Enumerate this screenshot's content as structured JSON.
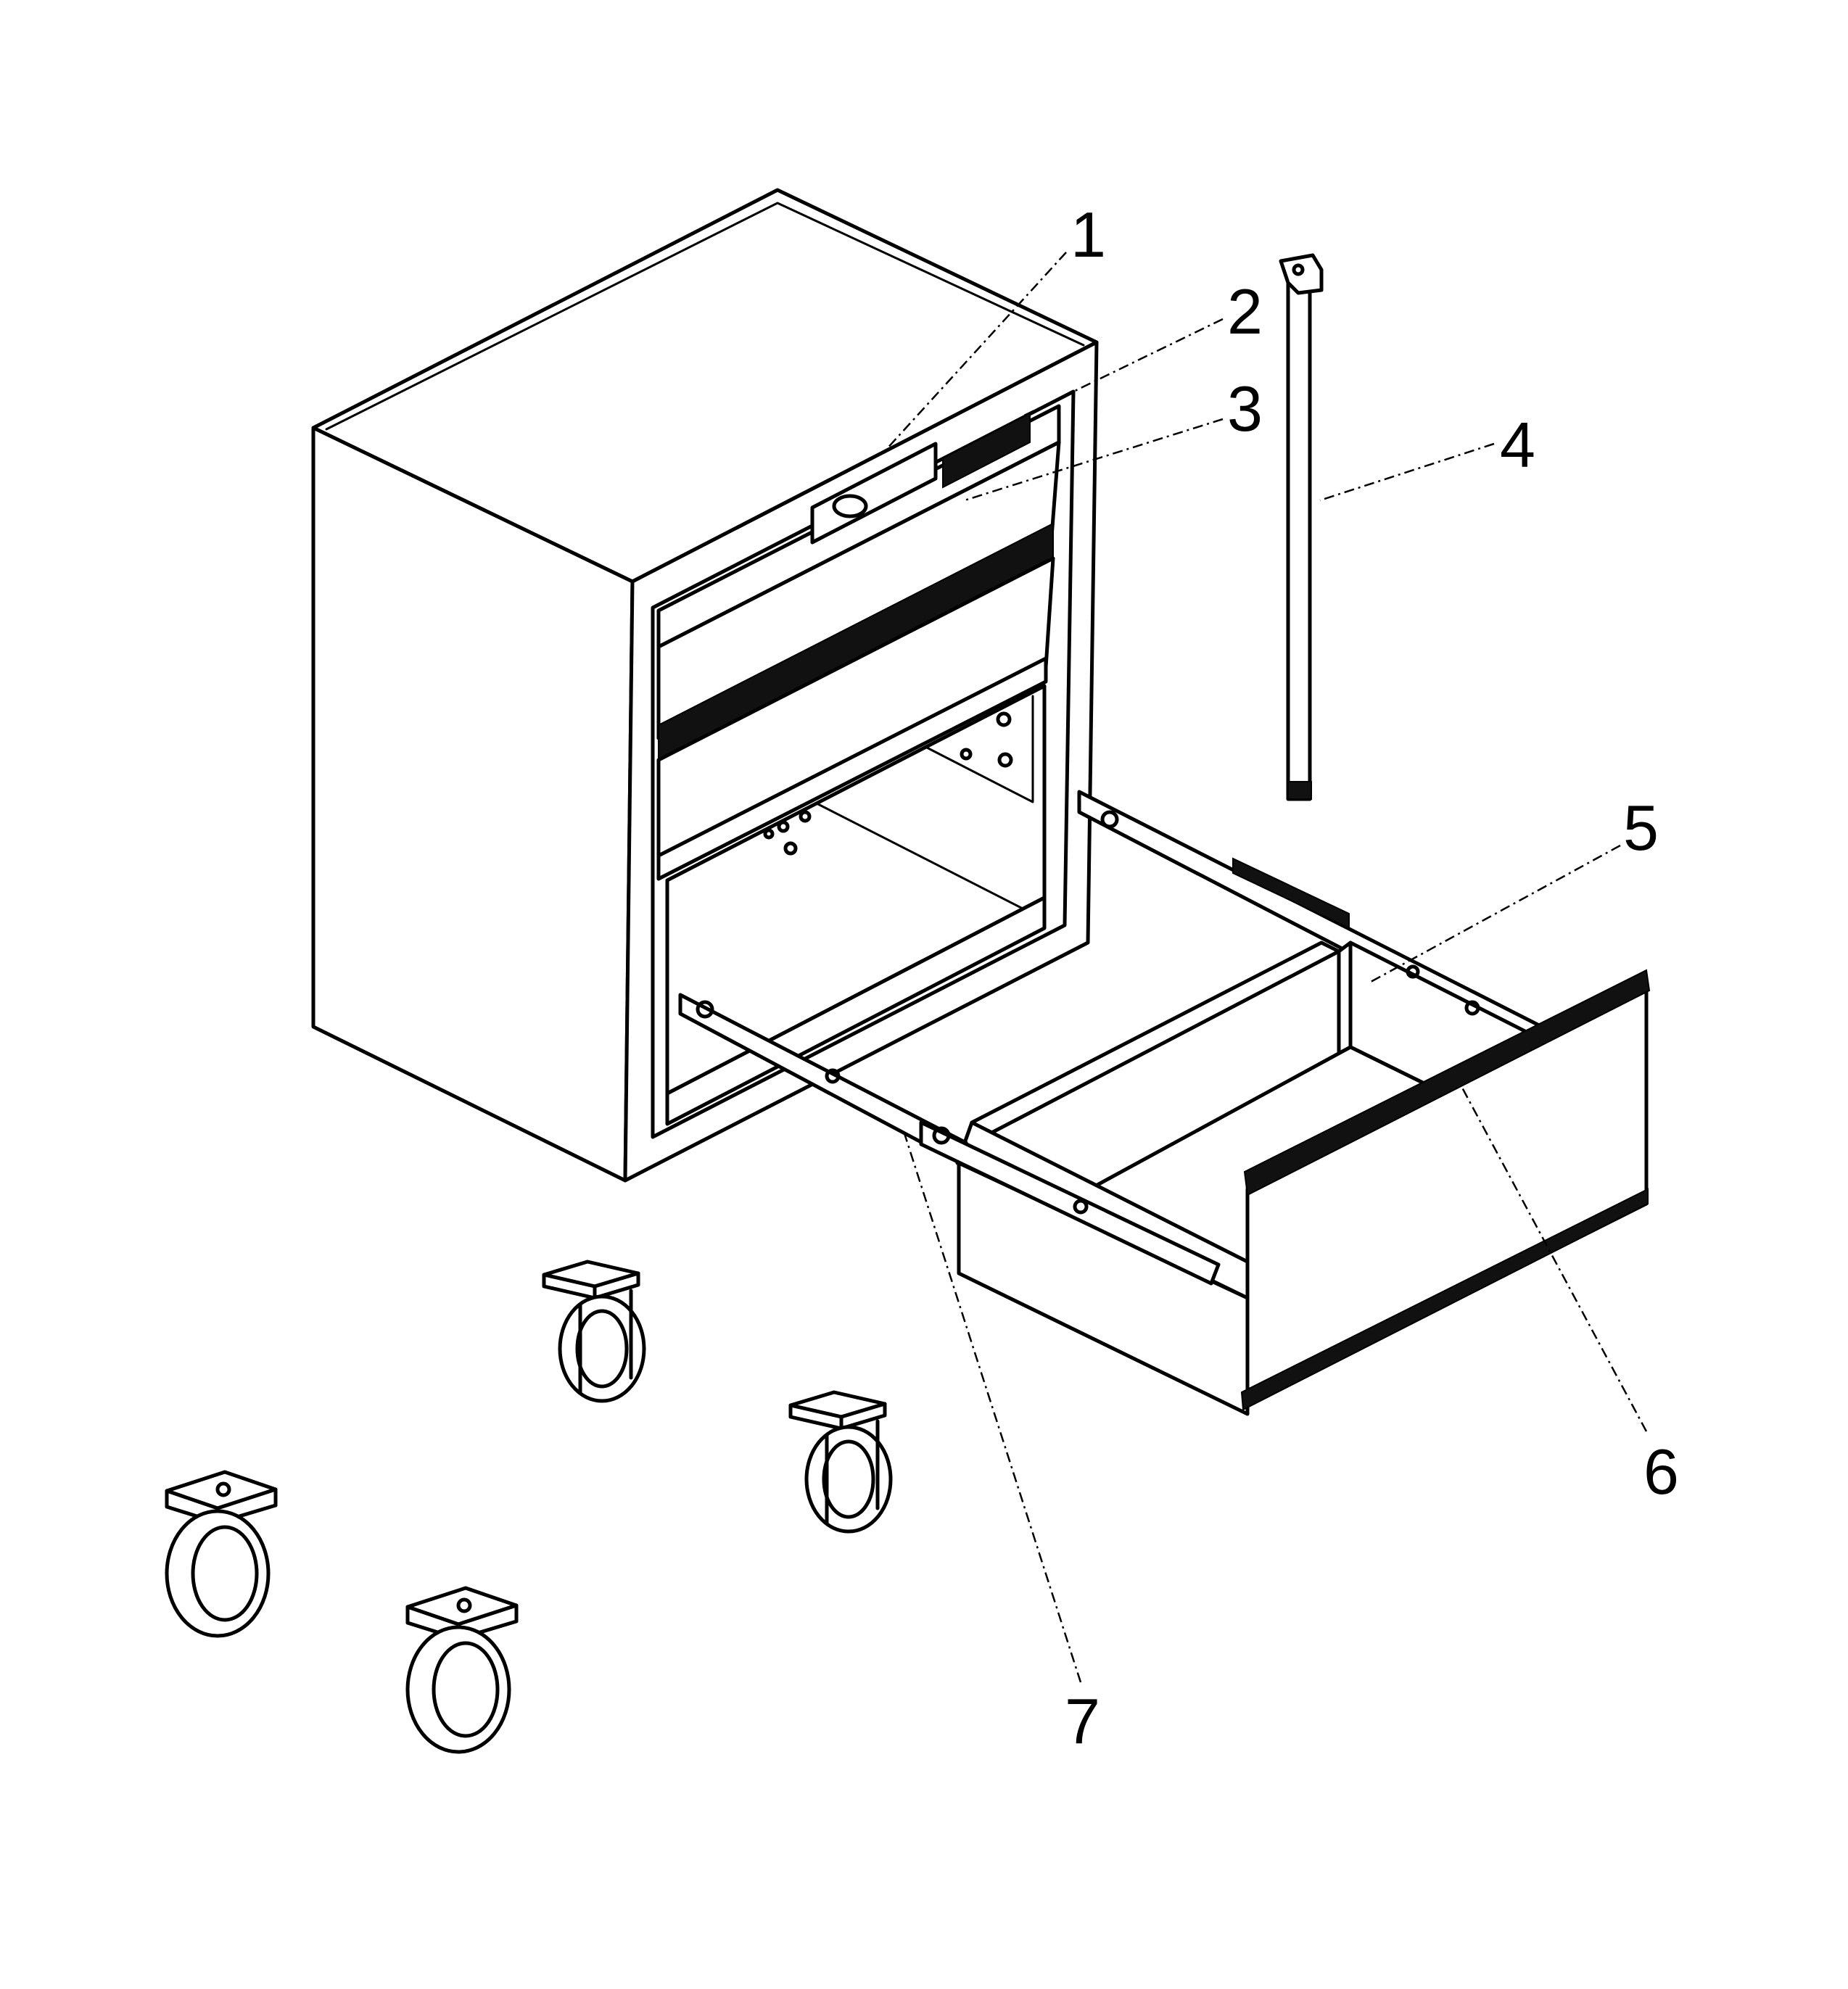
{
  "callouts": [
    {
      "number": "1",
      "part": "drawer-lock"
    },
    {
      "number": "2",
      "part": "lock-bar-slot"
    },
    {
      "number": "3",
      "part": "drawer-opening"
    },
    {
      "number": "4",
      "part": "lock-rod"
    },
    {
      "number": "5",
      "part": "drawer-divider"
    },
    {
      "number": "6",
      "part": "drawer-front"
    },
    {
      "number": "7",
      "part": "drawer-slide"
    }
  ],
  "icons": {
    "caster": "caster-wheel-icon"
  }
}
